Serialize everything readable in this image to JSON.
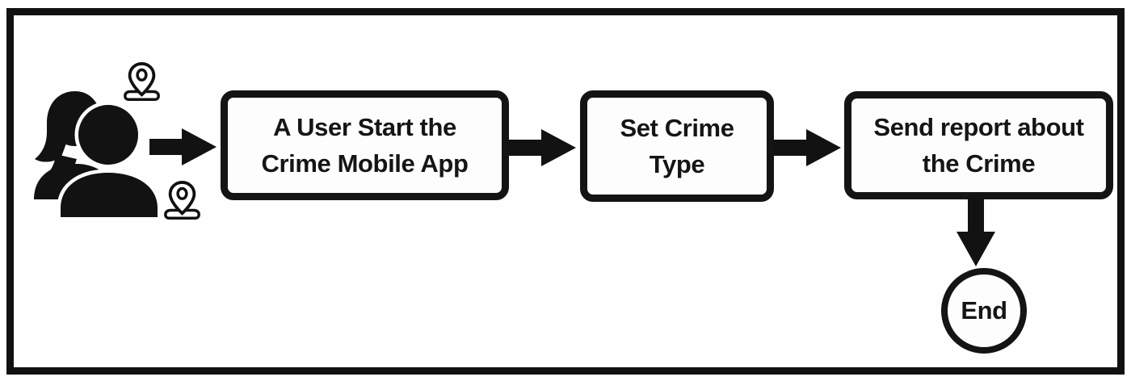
{
  "colors": {
    "ink": "#141414",
    "box_fill": "#fdfdfd",
    "background": "#ffffff"
  },
  "flowchart": {
    "actor": {
      "icon": "users-icon",
      "location_pins": 2
    },
    "nodes": [
      {
        "line1": "A User Start the",
        "line2": "Crime Mobile App"
      },
      {
        "line1": "Set Crime",
        "line2": "Type"
      },
      {
        "line1": "Send report about",
        "line2": "the Crime"
      }
    ],
    "terminal": {
      "label": "End"
    }
  }
}
